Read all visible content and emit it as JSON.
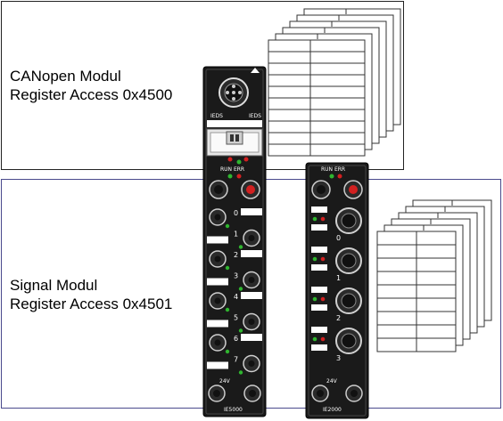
{
  "canopen_box": {
    "line1": "CANopen Modul",
    "line2": "Register Access 0x4500"
  },
  "signal_box": {
    "line1": "Signal Modul",
    "line2": "Register Access 0x4501"
  },
  "module_left": {
    "top_left_label": "IEDS",
    "top_right_label": "IEDS",
    "status_label": "RUN ERR",
    "channel_numbers": [
      "0",
      "1",
      "2",
      "3",
      "4",
      "5",
      "6",
      "7"
    ],
    "foot_label": "24V",
    "bottom_label": "IE5000"
  },
  "module_right": {
    "status_label": "RUN ERR",
    "channel_numbers": [
      "0",
      "1",
      "2",
      "3"
    ],
    "foot_label": "24V",
    "bottom_label": "IE2000"
  },
  "colors": {
    "module_body": "#1a1a1a",
    "led_green": "#2fb52f",
    "led_red": "#d22020",
    "canopen_border": "#222222",
    "signal_border": "#4a4a8c"
  }
}
